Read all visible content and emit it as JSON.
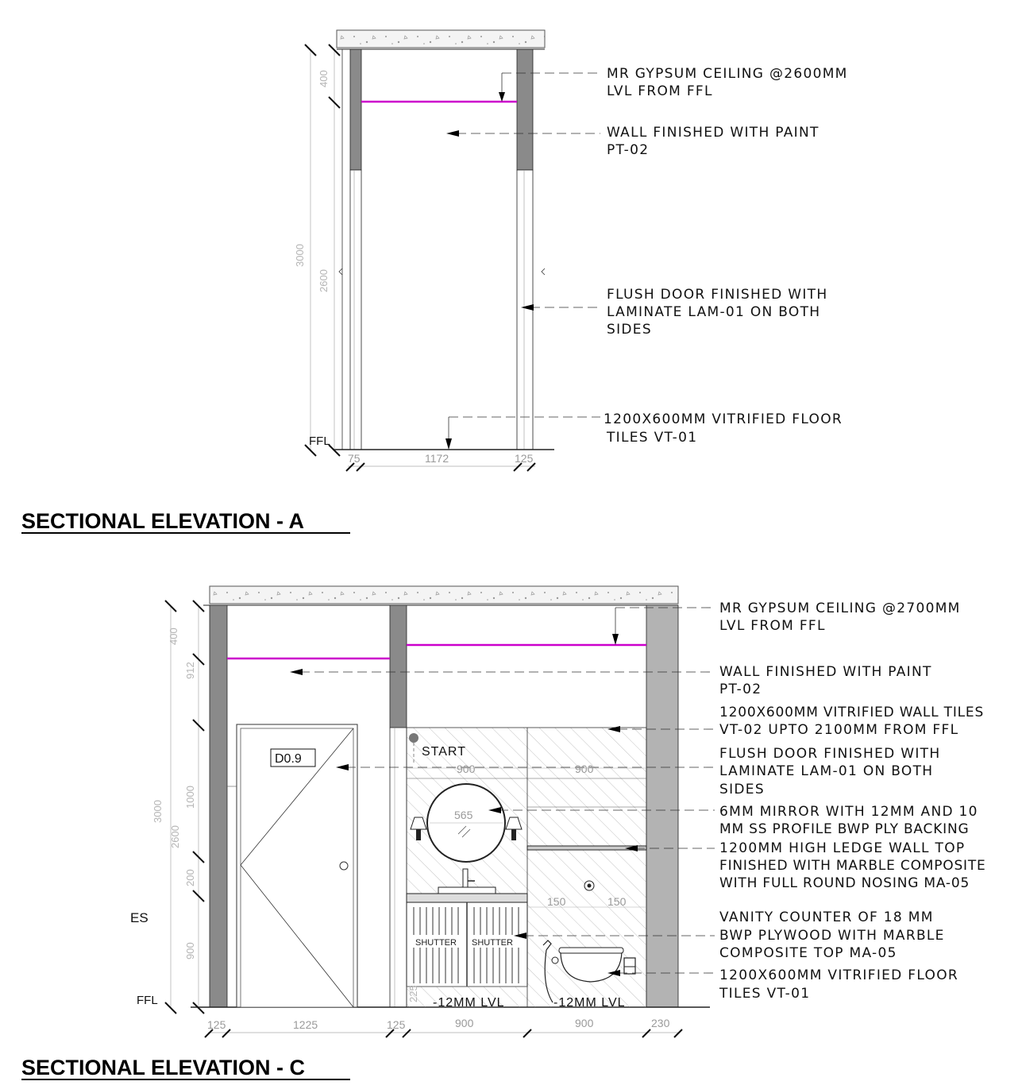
{
  "section_a": {
    "title": "SECTIONAL ELEVATION - A",
    "level_label": "FFL",
    "dims_vertical": [
      "400",
      "3000",
      "2600"
    ],
    "dims_horizontal": [
      "75",
      "1172",
      "125"
    ],
    "notes": [
      {
        "line1": "MR GYPSUM CEILING @2600MM",
        "line2": "LVL FROM FFL"
      },
      {
        "line1": "WALL FINISHED WITH PAINT",
        "line2": "PT-02"
      },
      {
        "line1": "FLUSH DOOR FINISHED WITH",
        "line2": "LAMINATE LAM-01 ON BOTH",
        "line3": "SIDES"
      },
      {
        "line1": "1200X600MM VITRIFIED FLOOR",
        "line2": "TILES  VT-01"
      }
    ]
  },
  "section_c": {
    "title": "SECTIONAL ELEVATION - C",
    "level_label": "FFL",
    "es_label": "ES",
    "door_tag": "D0.9",
    "start_label": "START",
    "shutter_labels": [
      "SHUTTER",
      "SHUTTER"
    ],
    "level_notes": [
      "-12MM LVL",
      "-12MM LVL"
    ],
    "dims_vertical_outer": [
      "400",
      "3000"
    ],
    "dims_vertical_inner": [
      "912",
      "2600",
      "1000",
      "200",
      "900"
    ],
    "dims_internal": [
      "900",
      "900",
      "565",
      "150",
      "150",
      "225"
    ],
    "dims_horizontal": [
      "125",
      "1225",
      "125",
      "900",
      "900",
      "230"
    ],
    "notes": [
      {
        "line1": "MR GYPSUM CEILING @2700MM",
        "line2": "LVL FROM FFL"
      },
      {
        "line1": "WALL FINISHED WITH PAINT",
        "line2": "PT-02"
      },
      {
        "line1": "1200X600MM VITRIFIED WALL TILES",
        "line2": "VT-02  UPTO 2100MM FROM FFL"
      },
      {
        "line1": "FLUSH DOOR FINISHED WITH",
        "line2": "LAMINATE LAM-01 ON BOTH",
        "line3": "SIDES"
      },
      {
        "line1": "6MM MIRROR WITH 12MM AND 10",
        "line2": "MM SS PROFILE BWP PLY BACKING"
      },
      {
        "line1": "1200MM HIGH LEDGE WALL TOP",
        "line2": "FINISHED WITH MARBLE COMPOSITE",
        "line3": "WITH FULL ROUND NOSING MA-05"
      },
      {
        "line1": "VANITY COUNTER OF 18 MM",
        "line2": "BWP PLYWOOD WITH MARBLE",
        "line3": "COMPOSITE TOP MA-05"
      },
      {
        "line1": "1200X600MM VITRIFIED FLOOR",
        "line2": "TILES  VT-01"
      }
    ]
  },
  "colors": {
    "wall": "#8a8a8a",
    "ceiling": "#cc00cc",
    "hatch": "#bdbdbd",
    "column": "#b3b3b3"
  }
}
